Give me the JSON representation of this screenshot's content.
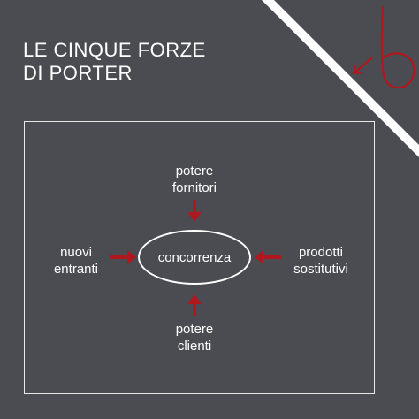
{
  "title": {
    "line1": "LE CINQUE FORZE",
    "line2": "DI PORTER"
  },
  "diagram": {
    "center": "concorrenza",
    "top": {
      "line1": "potere",
      "line2": "fornitori"
    },
    "bottom": {
      "line1": "potere",
      "line2": "clienti"
    },
    "left": {
      "line1": "nuovi",
      "line2": "entranti"
    },
    "right": {
      "line1": "prodotti",
      "line2": "sostitutivi"
    }
  },
  "colors": {
    "background": "#4a4c52",
    "arrow": "#b0181f",
    "text": "#ffffff",
    "logo": "#b0181f"
  },
  "logo": {
    "icon": "handwritten-b-logo-icon"
  }
}
